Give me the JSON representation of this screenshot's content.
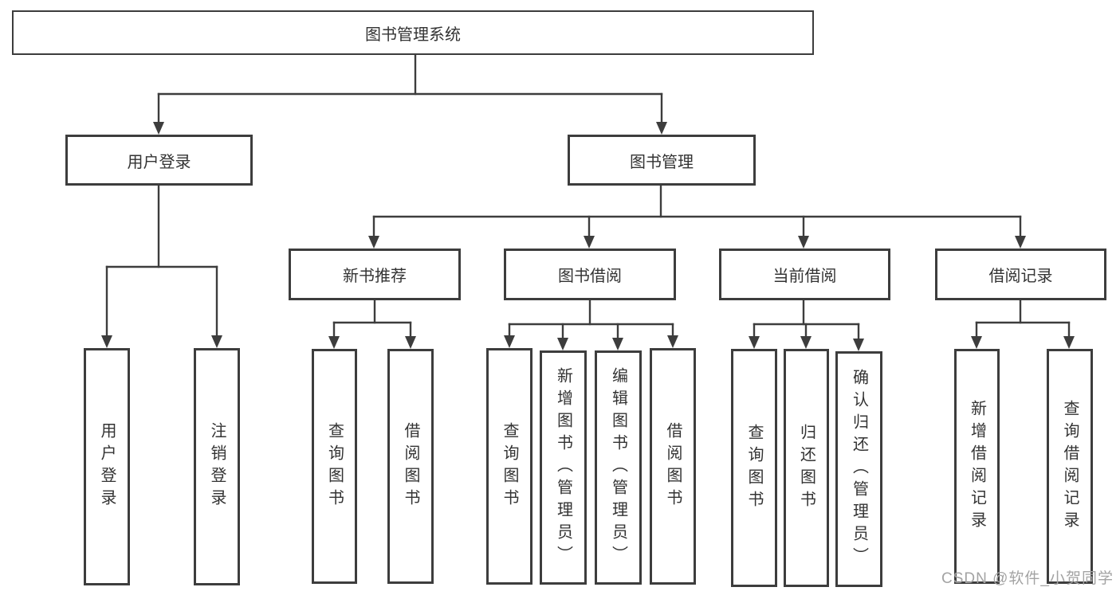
{
  "title": "图书管理系统",
  "tree": {
    "user_login": {
      "label": "用户登录",
      "children": [
        {
          "label": "用户登录"
        },
        {
          "label": "注销登录"
        }
      ]
    },
    "book_mgmt": {
      "label": "图书管理",
      "sections": [
        {
          "label": "新书推荐",
          "children": [
            {
              "label": "查询图书"
            },
            {
              "label": "借阅图书"
            }
          ]
        },
        {
          "label": "图书借阅",
          "children": [
            {
              "label": "查询图书"
            },
            {
              "label": "新增图书（管理员）"
            },
            {
              "label": "编辑图书（管理员）"
            },
            {
              "label": "借阅图书"
            }
          ]
        },
        {
          "label": "当前借阅",
          "children": [
            {
              "label": "查询图书"
            },
            {
              "label": "归还图书"
            },
            {
              "label": "确认归还（管理员）"
            }
          ]
        },
        {
          "label": "借阅记录",
          "children": [
            {
              "label": "新增借阅记录"
            },
            {
              "label": "查询借阅记录"
            }
          ]
        }
      ]
    }
  },
  "watermark": "CSDN @软件_小贺同学",
  "colors": {
    "line": "#3d3d3d",
    "box_border": "#3d3d3d",
    "text": "#333333",
    "watermark": "#a3a3a3",
    "background": "#ffffff"
  }
}
